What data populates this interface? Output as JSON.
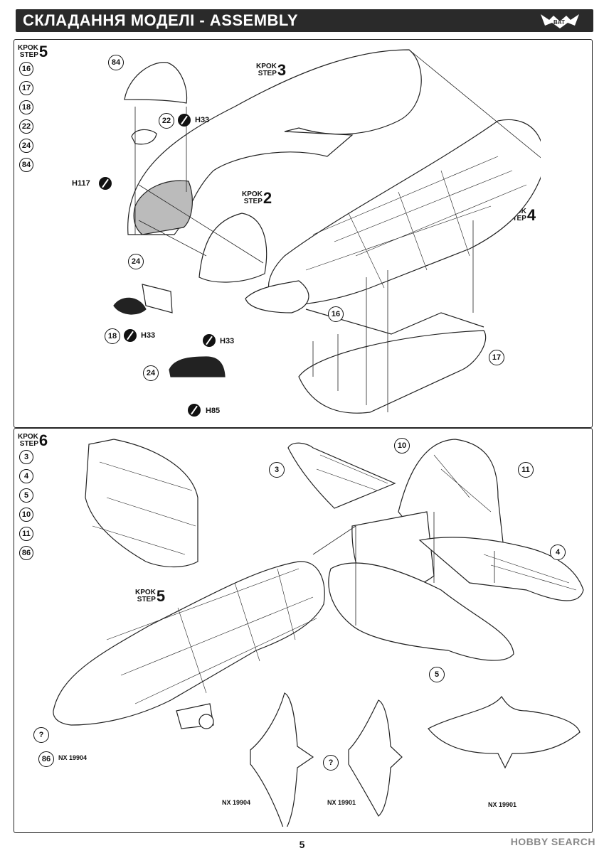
{
  "header": {
    "title": "СКЛАДАННЯ МОДЕЛІ - ASSEMBLY",
    "logo": "bat-logo"
  },
  "step5": {
    "krok": "KPOK",
    "step": "STEP",
    "number": "5",
    "parts": [
      "16",
      "17",
      "18",
      "22",
      "24",
      "84"
    ]
  },
  "step3": {
    "krok": "KPOK",
    "step": "STEP",
    "number": "3"
  },
  "step2": {
    "krok": "KPOK",
    "step": "STEP",
    "number": "2"
  },
  "step4": {
    "krok": "KPOK",
    "step": "STEP",
    "number": "4"
  },
  "step6": {
    "krok": "KPOK",
    "step": "STEP",
    "number": "6",
    "parts": [
      "3",
      "4",
      "5",
      "10",
      "11",
      "86"
    ]
  },
  "step5_ref": {
    "krok": "KPOK",
    "step": "STEP",
    "number": "5"
  },
  "upper": {
    "callouts": {
      "c84": "84",
      "c22": "22",
      "c24a": "24",
      "c18": "18",
      "c24b": "24",
      "c16": "16",
      "c17": "17"
    },
    "paints": {
      "h33a": "H33",
      "h117": "H117",
      "h33b": "H33",
      "h33c": "H33",
      "h85": "H85"
    }
  },
  "lower": {
    "callouts": {
      "c10": "10",
      "c3": "3",
      "c11": "11",
      "c4": "4",
      "c5": "5",
      "c86": "86"
    },
    "question": "?",
    "reg1": "NX 19904",
    "reg_a": "NX 19904",
    "reg_b": "NX 19901",
    "reg_c": "NX 19901"
  },
  "footer": {
    "page": "5",
    "watermark": "HOBBY SEARCH"
  }
}
